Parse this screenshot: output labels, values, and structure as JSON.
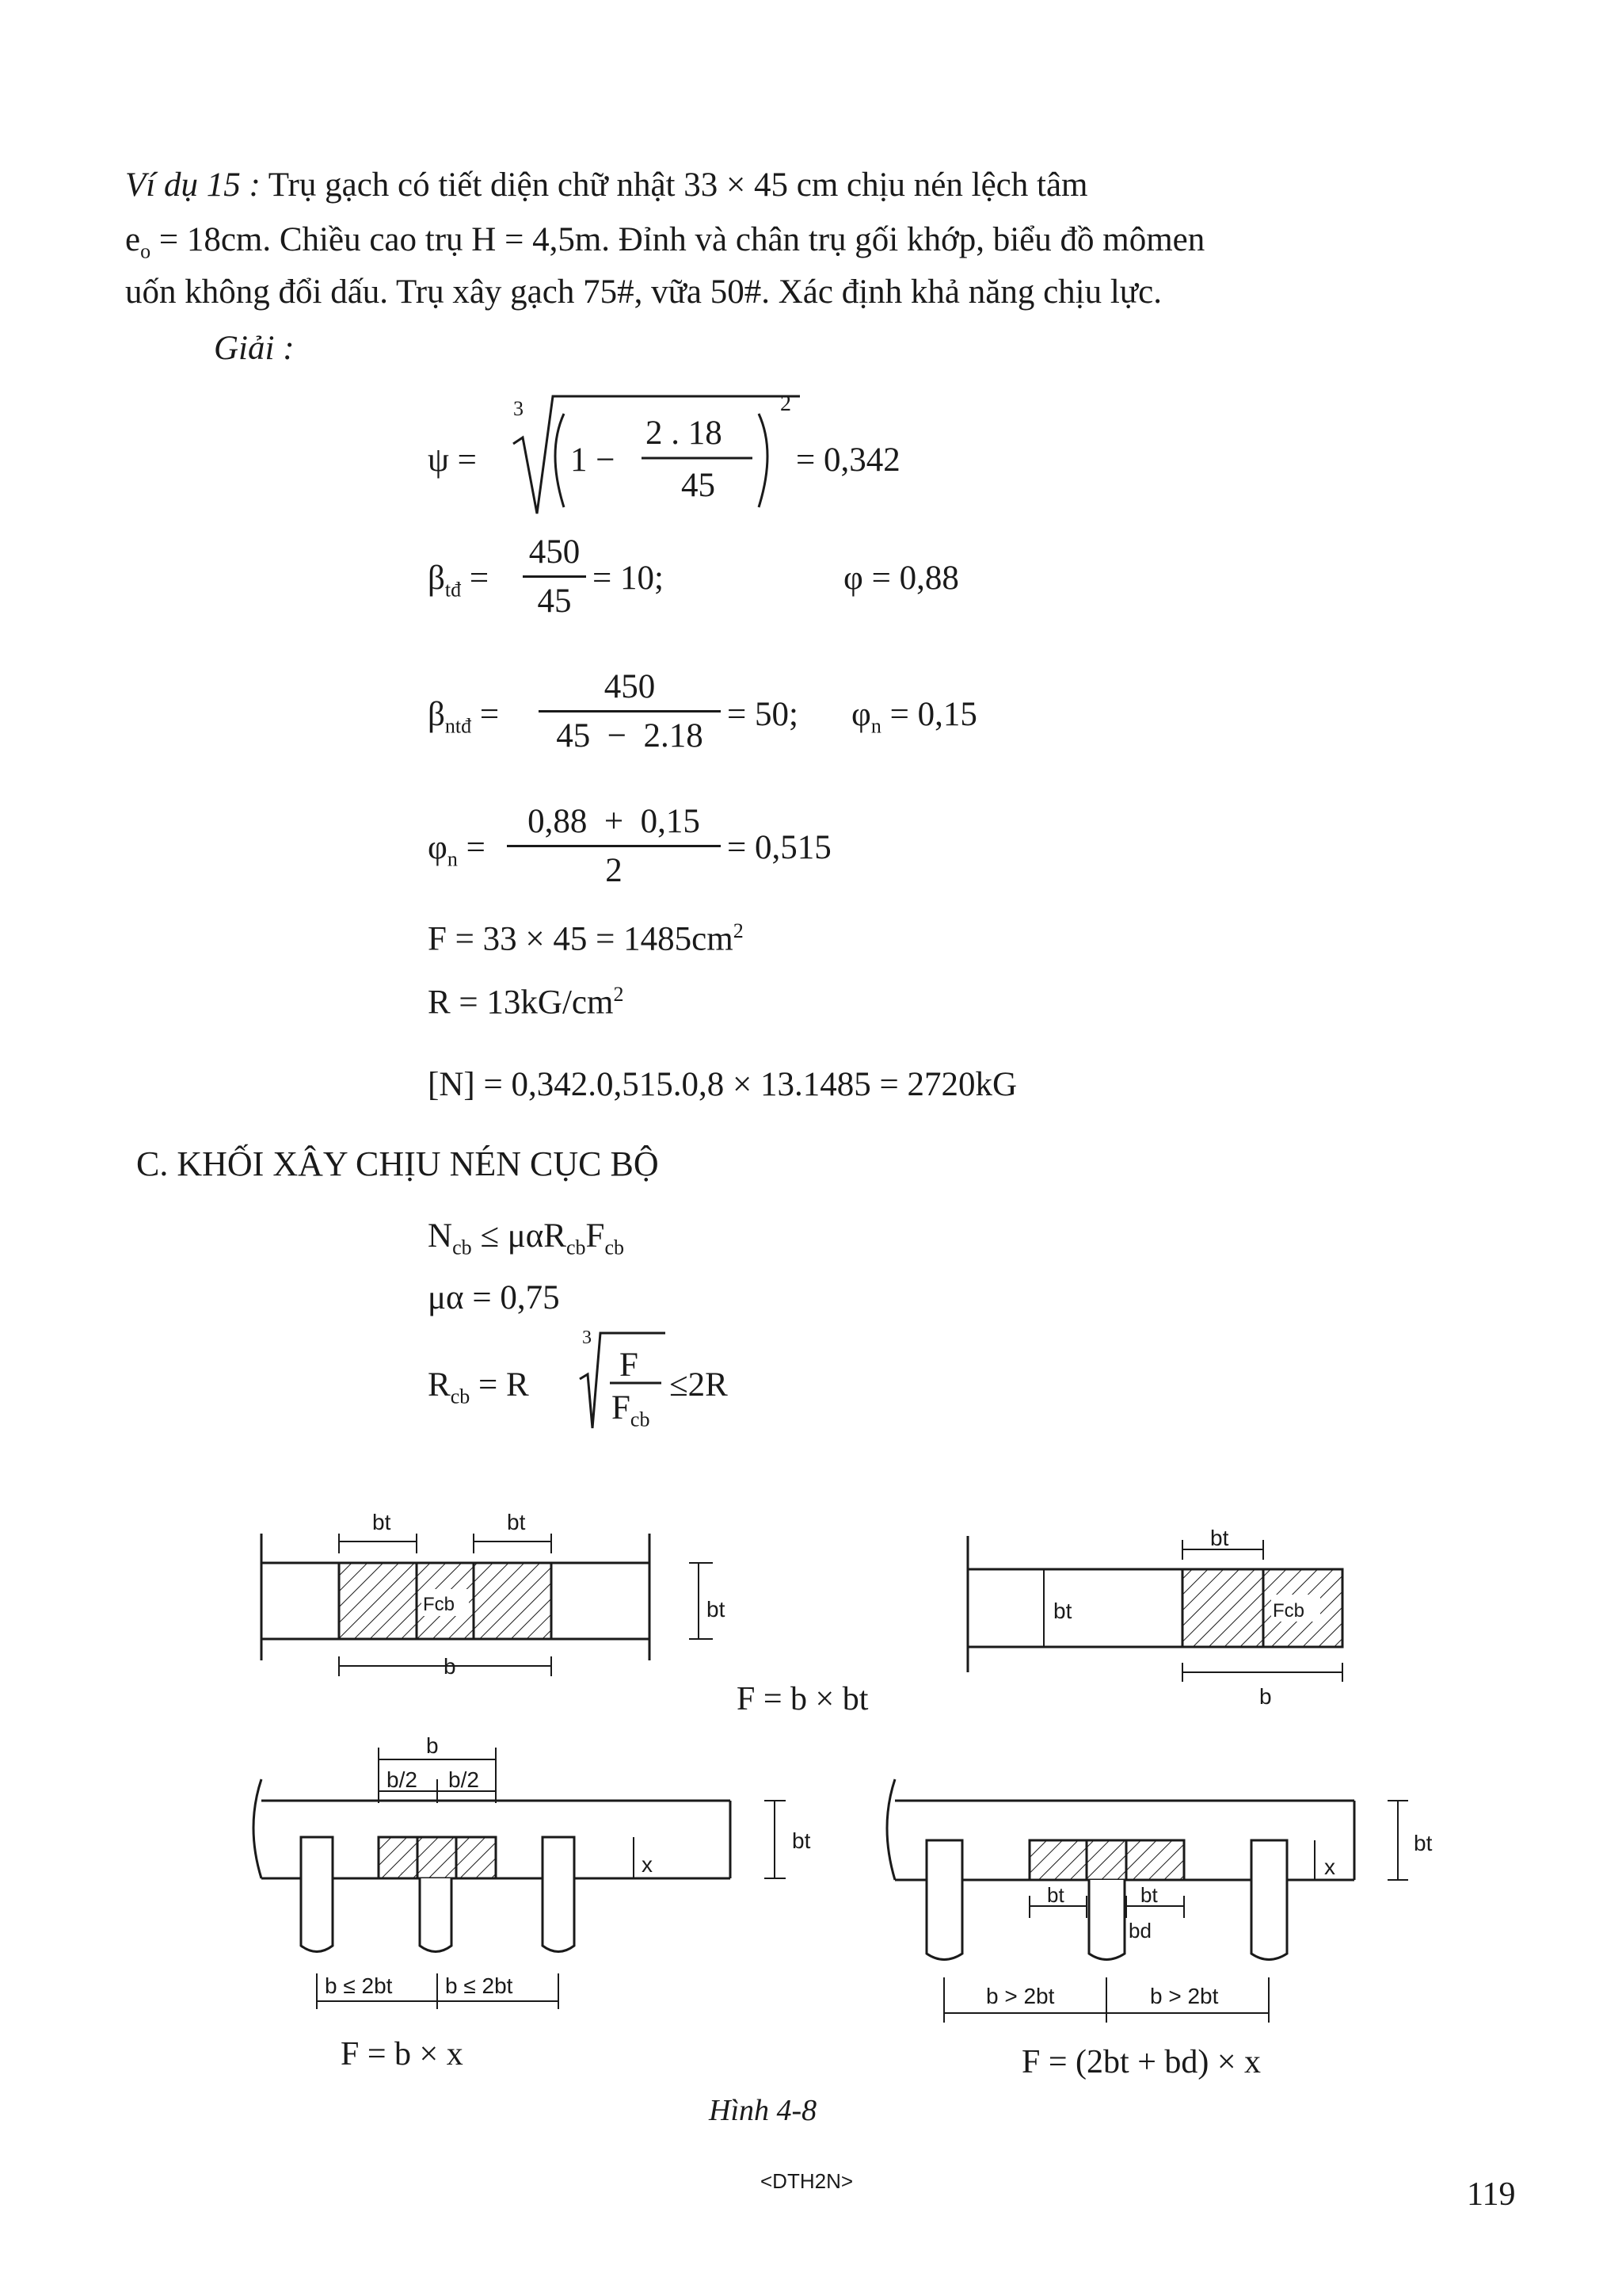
{
  "example": {
    "label": "Ví dụ 15 :",
    "line1": "Trụ gạch có tiết diện chữ nhật 33 × 45 cm chịu nén lệch tâm",
    "line2_pre": "e",
    "line2_sub": "o",
    "line2_post": " = 18cm. Chiều cao trụ H = 4,5m. Đỉnh và chân trụ gối khớp, biểu đồ mômen",
    "line3": "uốn không đổi dấu. Trụ xây gạch 75#, vữa 50#. Xác định khả năng chịu lực.",
    "solution_label": "Giải :"
  },
  "equations": {
    "psi": {
      "lhs": "ψ =",
      "root_index": "3",
      "inner_open": "1 −",
      "frac_num": "2 . 18",
      "frac_den": "45",
      "exp": "2",
      "result": "= 0,342"
    },
    "beta_td": {
      "lhs_main": "β",
      "lhs_sub": "tđ",
      "eq": "=",
      "num": "450",
      "den": "45",
      "result": "= 10;",
      "phi": "φ = 0,88"
    },
    "beta_ntd": {
      "lhs_main": "β",
      "lhs_sub": "ntđ",
      "eq": "=",
      "num": "450",
      "den": "45  −  2.18",
      "result": "= 50;",
      "phi_main": "φ",
      "phi_sub": "n",
      "phi_val": " = 0,15"
    },
    "phi_n": {
      "lhs_main": "φ",
      "lhs_sub": "n",
      "eq": "=",
      "num": "0,88  +  0,15",
      "den": "2",
      "result": "= 0,515"
    },
    "F": {
      "text": "F = 33 × 45 = 1485cm",
      "sup": "2"
    },
    "R": {
      "text": "R = 13kG/cm",
      "sup": "2"
    },
    "N": {
      "text": "[N] = 0,342.0,515.0,8 × 13.1485 = 2720kG"
    }
  },
  "section_c": {
    "title": "C. KHỐI XÂY CHỊU NÉN CỤC BỘ",
    "eq1": {
      "n": "N",
      "n_sub": "cb",
      "mid": " ≤ μαR",
      "r_sub": "cb",
      "f": "F",
      "f_sub": "cb"
    },
    "eq2": "μα = 0,75",
    "eq3": {
      "lhs": "R",
      "lhs_sub": "cb",
      "eq": " = R",
      "root_index": "3",
      "num": "F",
      "den": "F",
      "den_sub": "cb",
      "rhs": "≤2R"
    }
  },
  "figure": {
    "d1": {
      "bt_a": "bt",
      "bt_b": "bt",
      "fcb": "Fcb",
      "b": "b",
      "bt_side": "bt"
    },
    "d2": {
      "bt_top": "bt",
      "bt_side": "bt",
      "fcb": "Fcb",
      "b": "b"
    },
    "formula_top": "F = b × bt",
    "d3": {
      "b": "b",
      "half_a": "b/2",
      "half_b": "b/2",
      "bt": "bt",
      "x": "x",
      "dim_a": "b ≤ 2bt",
      "dim_b": "b ≤ 2bt"
    },
    "formula_left": "F = b × x",
    "d4": {
      "bt_side": "bt",
      "x": "x",
      "bt_a": "bt",
      "bt_b": "bt",
      "bd": "bd",
      "dim_a": "b > 2bt",
      "dim_b": "b > 2bt"
    },
    "formula_right": "F = (2bt + bd) × x",
    "caption": "Hình 4-8"
  },
  "footer": {
    "watermark": "<DTH2N>",
    "page_number": "119"
  }
}
